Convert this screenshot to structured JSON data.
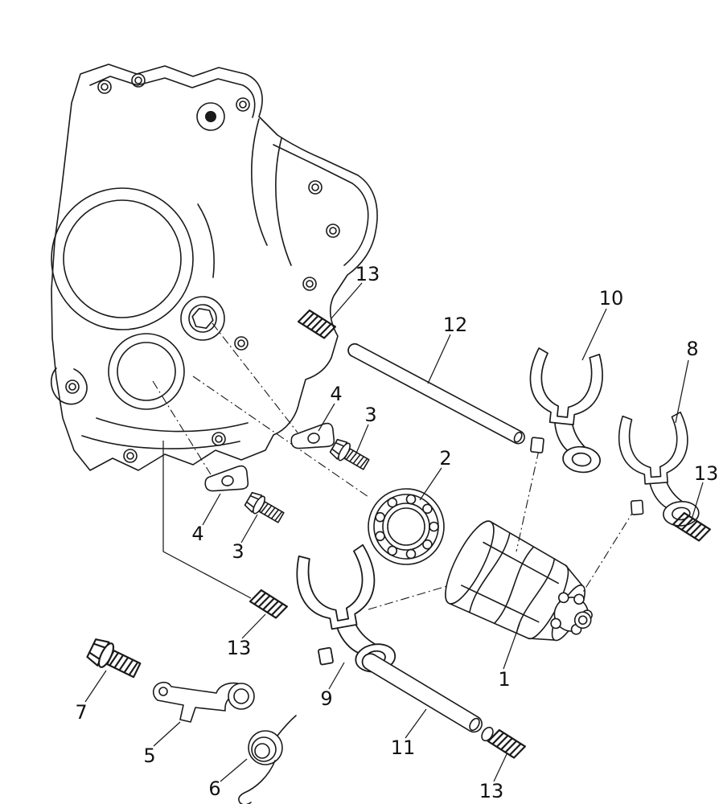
{
  "palette": {
    "background": "#ffffff",
    "line": "#1a1a1a"
  },
  "callouts": {
    "c13_top": "13",
    "c12": "12",
    "c10": "10",
    "c8": "8",
    "c4_upper": "4",
    "c3_upper": "3",
    "c2": "2",
    "c13_right": "13",
    "c4_lower": "4",
    "c3_lower": "3",
    "c13_left": "13",
    "c1": "1",
    "c9": "9",
    "c7": "7",
    "c11": "11",
    "c5": "5",
    "c6": "6",
    "c13_bottom": "13"
  }
}
